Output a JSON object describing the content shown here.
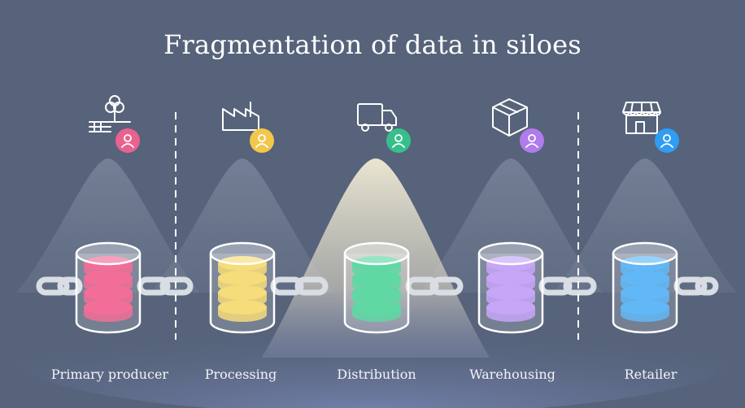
{
  "title": "Fragmentation of data in siloes",
  "stages": [
    {
      "label": "Primary producer",
      "icon": "farm-icon",
      "color": "#f26e98",
      "badge": "#e9628f"
    },
    {
      "label": "Processing",
      "icon": "factory-icon",
      "color": "#f6dc7a",
      "badge": "#f2c84b"
    },
    {
      "label": "Distribution",
      "icon": "truck-icon",
      "color": "#5fd8a3",
      "badge": "#37bf8b"
    },
    {
      "label": "Warehousing",
      "icon": "box-icon",
      "color": "#c7a6f8",
      "badge": "#b07bec"
    },
    {
      "label": "Retailer",
      "icon": "storefront-icon",
      "color": "#62b8f6",
      "badge": "#2e9df2"
    }
  ],
  "colors": {
    "background": "#56637a",
    "line": "#ffffff",
    "chain": "#d9dde4"
  }
}
